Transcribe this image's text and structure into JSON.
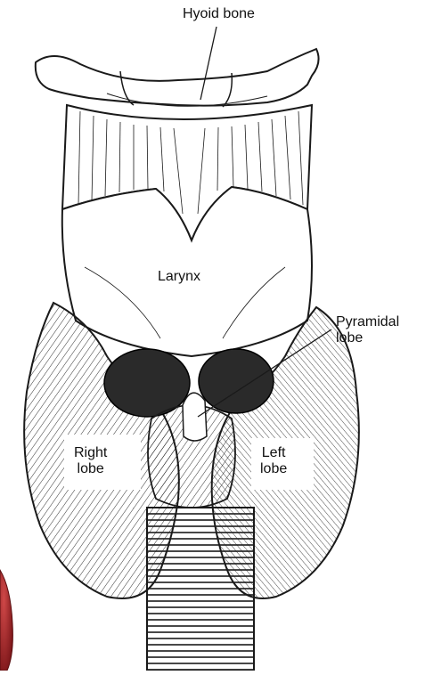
{
  "diagram": {
    "labels": {
      "hyoid": "Hyoid bone",
      "larynx": "Larynx",
      "pyramidal_line1": "Pyramidal",
      "pyramidal_line2": "lobe",
      "right_line1": "Right",
      "right_line2": "lobe",
      "left_line1": "Left",
      "left_line2": "lobe"
    },
    "colors": {
      "ink": "#1a1a1a",
      "paper": "#ffffff",
      "tissue_red": "#a3262a"
    },
    "icons": [
      "leader-line",
      "red-tissue-corner"
    ]
  }
}
